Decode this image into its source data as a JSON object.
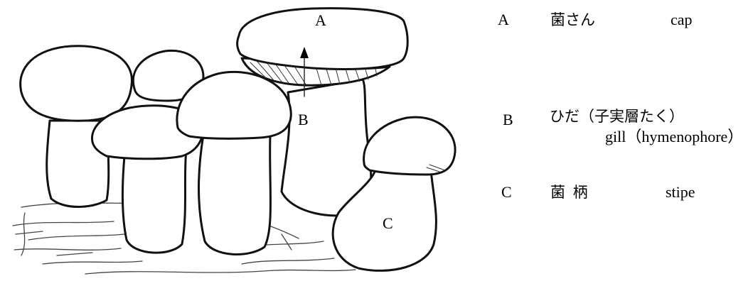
{
  "diagram": {
    "markers": {
      "a": "A",
      "b": "B",
      "c": "C"
    }
  },
  "legend": {
    "a": {
      "letter": "A",
      "jp": "菌さん",
      "en": "cap"
    },
    "b": {
      "letter": "B",
      "jp": "ひだ（子実層たく）",
      "en": "gill（hymenophore）"
    },
    "c": {
      "letter": "C",
      "jp": "菌 柄",
      "en": "stipe"
    }
  }
}
